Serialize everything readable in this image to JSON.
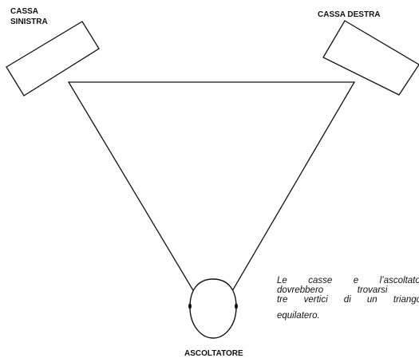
{
  "labels": {
    "left_speaker_line1": "CASSA",
    "left_speaker_line2": "SINISTRA",
    "right_speaker": "CASSA DESTRA",
    "listener": "ASCOLTATORE"
  },
  "caption": {
    "line1": "Le casse e l’ascoltatore",
    "line2": "dovrebbero trovarsi ai",
    "line3": "tre vertici di un triangolo",
    "line4": "equilatero."
  },
  "colors": {
    "stroke": "#111111",
    "background": "#ffffff"
  }
}
